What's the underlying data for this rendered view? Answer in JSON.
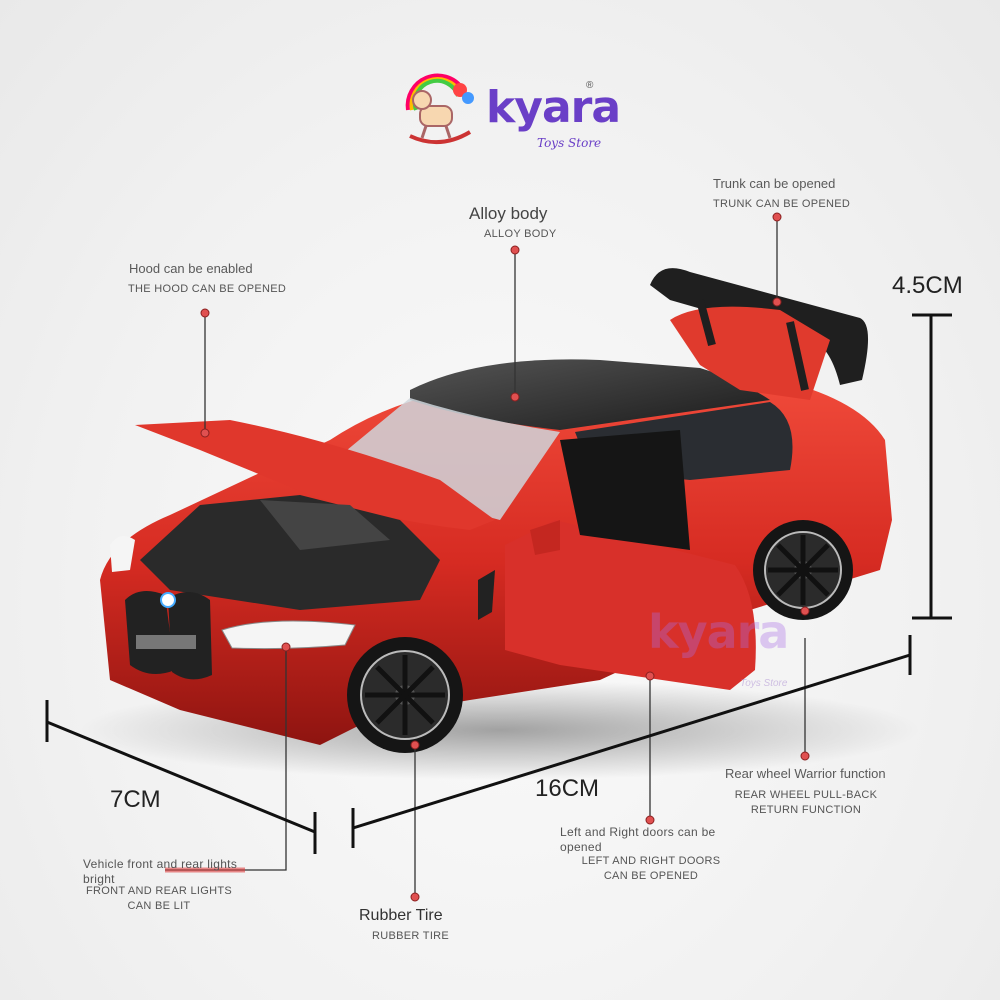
{
  "brand": {
    "name": "kyara",
    "tagline": "Toys Store",
    "registered": "®",
    "colors": {
      "primary": "#6a3fc7",
      "car_red": "#d72a22"
    }
  },
  "callouts": {
    "hood": {
      "title": "Hood can be enabled",
      "caption": "THE HOOD CAN BE OPENED"
    },
    "alloy": {
      "title": "Alloy body",
      "caption": "ALLOY BODY"
    },
    "trunk": {
      "title": "Trunk can be opened",
      "caption": "TRUNK CAN BE OPENED"
    },
    "rear_wheel": {
      "title": "Rear wheel Warrior function",
      "caption_1": "REAR WHEEL PULL-BACK",
      "caption_2": "RETURN FUNCTION"
    },
    "doors": {
      "title_1": "Left and Right doors can be",
      "title_2": "opened",
      "caption_1": "LEFT AND RIGHT DOORS",
      "caption_2": "CAN BE OPENED"
    },
    "lights": {
      "title_1": "Vehicle front and rear lights",
      "title_2": "bright",
      "caption_1": "FRONT AND REAR LIGHTS",
      "caption_2": "CAN BE LIT"
    },
    "tire": {
      "title": "Rubber Tire",
      "caption": "RUBBER TIRE"
    }
  },
  "dimensions": {
    "height": "4.5CM",
    "length": "16CM",
    "width": "7CM"
  }
}
